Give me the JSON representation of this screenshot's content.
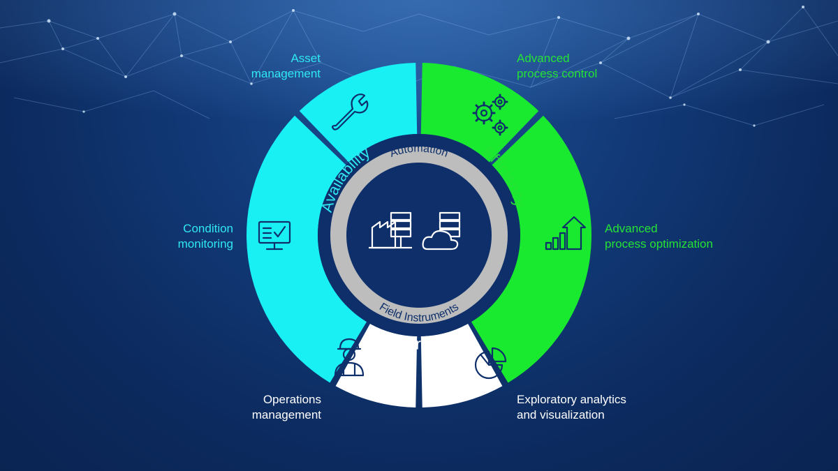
{
  "colors": {
    "background": "#0c2a5e",
    "availability": "#19f0f4",
    "efficiency": "#19ea2f",
    "operation": "#ffffff",
    "navy": "#0e2f6a",
    "gray": "#bdbdbd",
    "availability_text": "#2fe8f2",
    "efficiency_text": "#25e335",
    "operation_text": "#ffffff"
  },
  "diagram": {
    "ring_labels": {
      "availability": "Availability",
      "efficiency": "Efficiency",
      "operation": "Operation"
    },
    "inner_labels": {
      "top": "Automation",
      "bottom": "Field Instruments"
    },
    "center_icons": [
      "factory-server-icon",
      "cloud-server-icon"
    ]
  },
  "segments": [
    {
      "id": "asset-management",
      "group": "availability",
      "icon": "wrench-icon",
      "label_lines": [
        "Asset",
        "management"
      ]
    },
    {
      "id": "condition-monitoring",
      "group": "availability",
      "icon": "monitor-check-icon",
      "label_lines": [
        "Condition",
        "monitoring"
      ]
    },
    {
      "id": "advanced-process-control",
      "group": "efficiency",
      "icon": "gears-icon",
      "label_lines": [
        "Advanced",
        "process control"
      ]
    },
    {
      "id": "advanced-process-optimization",
      "group": "efficiency",
      "icon": "growth-chart-icon",
      "label_lines": [
        "Advanced",
        "process optimization"
      ]
    },
    {
      "id": "operations-management",
      "group": "operation",
      "icon": "worker-icon",
      "label_lines": [
        "Operations",
        "management"
      ]
    },
    {
      "id": "exploratory-analytics",
      "group": "operation",
      "icon": "pie-chart-icon",
      "label_lines": [
        "Exploratory analytics",
        "and visualization"
      ]
    }
  ]
}
